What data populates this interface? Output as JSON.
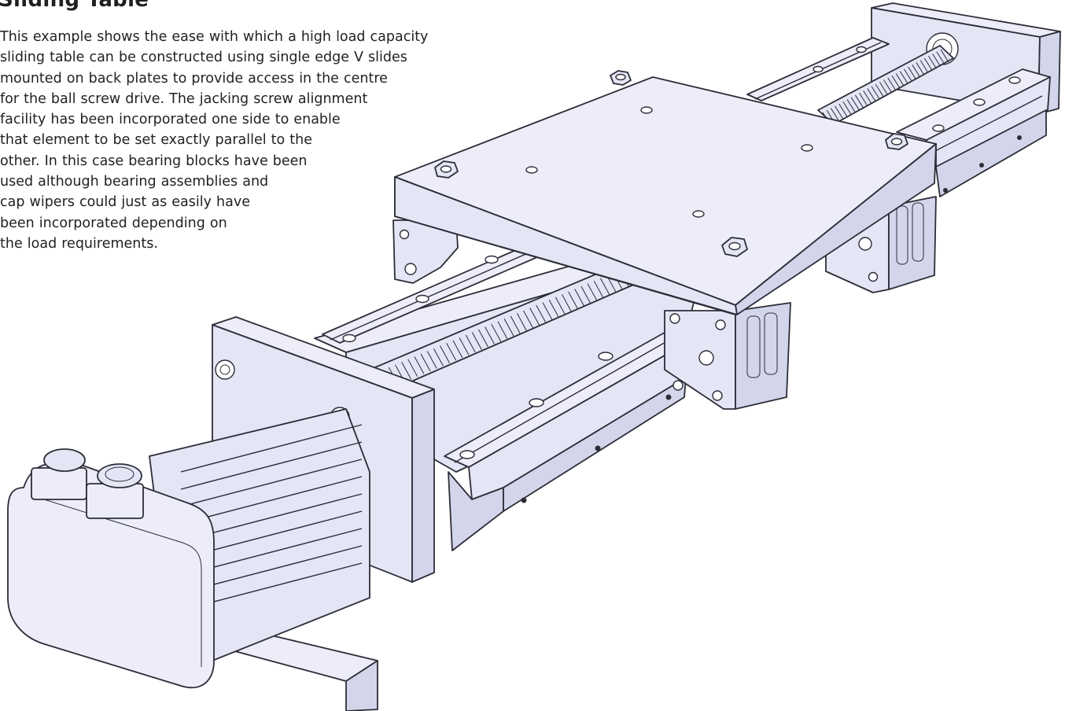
{
  "title": "Sliding Table",
  "body_lines": [
    "This example shows the ease with which a high load capacity",
    "sliding table can be constructed using single edge V slides",
    "mounted on back plates to provide access in the centre",
    "for the ball screw drive. The jacking screw alignment",
    "facility has been incorporated one side to enable",
    "that element to be set exactly parallel to the",
    "other. In this case bearing blocks have been",
    "used although bearing assemblies and",
    "cap wipers could just as easily have",
    "been incorporated depending on",
    "the load requirements."
  ],
  "colors": {
    "part_fill": "#e4e6f5",
    "outline": "#2d2d38",
    "text": "#231f20"
  }
}
